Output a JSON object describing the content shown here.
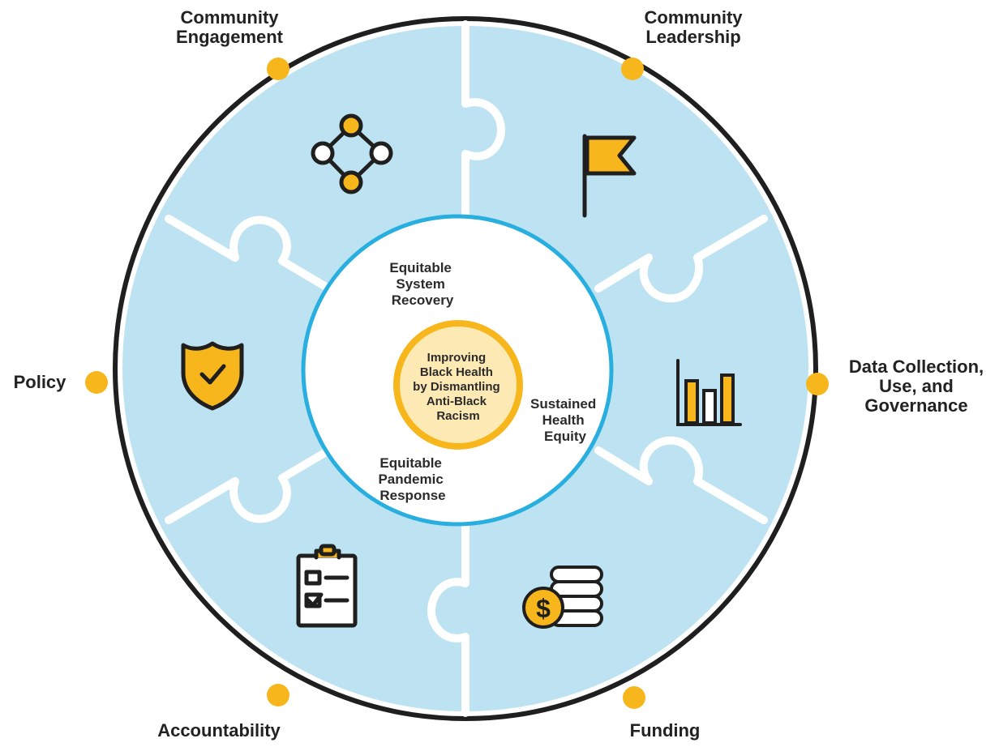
{
  "center": {
    "title_lines": [
      "Improving",
      "Black Health",
      "by Dismantling",
      "Anti-Black",
      "Racism"
    ]
  },
  "outcomes": [
    {
      "lines": [
        "Equitable",
        "System",
        "Recovery"
      ]
    },
    {
      "lines": [
        "Sustained",
        "Health",
        "Equity"
      ]
    },
    {
      "lines": [
        "Equitable",
        "Pandemic",
        "Response"
      ]
    }
  ],
  "pillars": [
    {
      "label": "Community\nEngagement",
      "icon": "network-icon"
    },
    {
      "label": "Community\nLeadership",
      "icon": "flag-icon"
    },
    {
      "label": "Data Collection,\nUse, and\nGovernance",
      "icon": "bar-chart-icon"
    },
    {
      "label": "Funding",
      "icon": "coins-dollar-icon"
    },
    {
      "label": "Accountability",
      "icon": "clipboard-checklist-icon"
    },
    {
      "label": "Policy",
      "icon": "badge-check-icon"
    }
  ],
  "colors": {
    "puzzle_fill": "#bde3f3",
    "ring_stroke": "#1f1f1f",
    "inner_ring": "#29aee0",
    "accent_gold": "#f6b61c",
    "center_fill": "#fde9b4",
    "text": "#222222"
  }
}
